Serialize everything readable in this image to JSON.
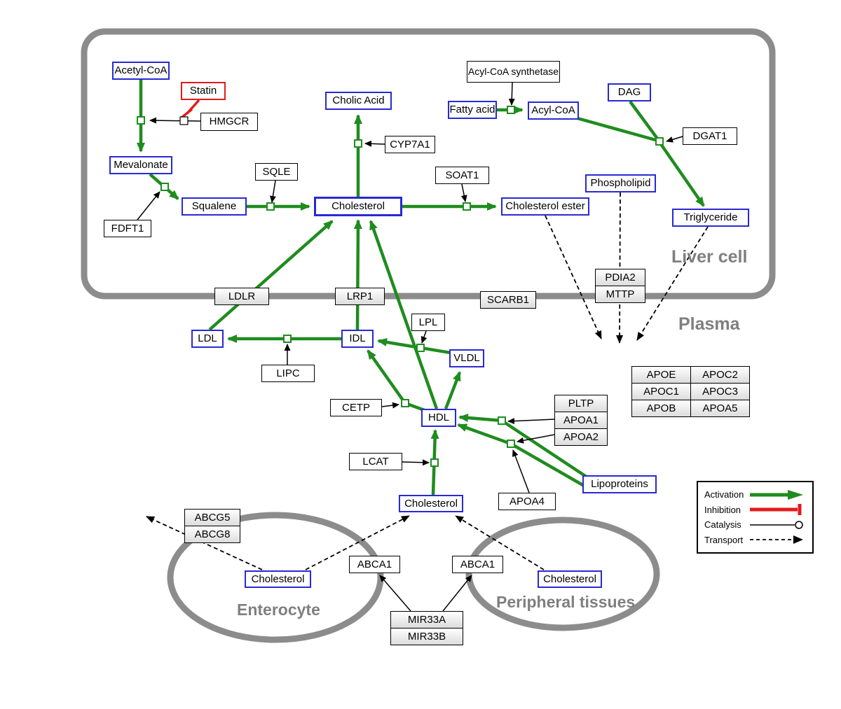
{
  "regions": {
    "liver_cell": "Liver cell",
    "plasma": "Plasma",
    "enterocyte": "Enterocyte",
    "peripheral": "Peripheral tissues"
  },
  "legend": {
    "activation": "Activation",
    "inhibition": "Inhibition",
    "catalysis": "Catalysis",
    "transport": "Transport"
  },
  "colors": {
    "activation_green": "#1f8c1f",
    "inhibition_red": "#e31a1c",
    "metabolite_blue": "#2929d4",
    "membrane_gray": "#8c8c8c",
    "label_gray": "#7f7f7f"
  },
  "nodes": {
    "acetyl_coa": "Acetyl-CoA",
    "statin": "Statin",
    "hmgcr": "HMGCR",
    "mevalonate": "Mevalonate",
    "fdft1": "FDFT1",
    "squalene": "Squalene",
    "sqle": "SQLE",
    "cholic_acid": "Cholic Acid",
    "cyp7a1": "CYP7A1",
    "cholesterol_liver": "Cholesterol",
    "soat1": "SOAT1",
    "cholesterol_ester": "Cholesterol ester",
    "acyl_coa_synthetase": "Acyl-CoA synthetase",
    "fatty_acid": "Fatty acid",
    "acyl_coa": "Acyl-CoA",
    "dag": "DAG",
    "dgat1": "DGAT1",
    "phospholipid": "Phospholipid",
    "triglyceride": "Triglyceride",
    "ldlr": "LDLR",
    "lrp1": "LRP1",
    "scarb1": "SCARB1",
    "pdia2": "PDIA2",
    "mttp": "MTTP",
    "ldl": "LDL",
    "idl": "IDL",
    "lipc": "LIPC",
    "lpl": "LPL",
    "vldl": "VLDL",
    "cetp": "CETP",
    "hdl": "HDL",
    "pltp": "PLTP",
    "apoa1": "APOA1",
    "apoa2": "APOA2",
    "lcat": "LCAT",
    "apoa4": "APOA4",
    "lipoproteins": "Lipoproteins",
    "apoe": "APOE",
    "apoc2": "APOC2",
    "apoc1": "APOC1",
    "apoc3": "APOC3",
    "apob": "APOB",
    "apoa5": "APOA5",
    "cholesterol_plasma": "Cholesterol",
    "abcg5": "ABCG5",
    "abcg8": "ABCG8",
    "cholesterol_enterocyte": "Cholesterol",
    "abca1_enterocyte": "ABCA1",
    "abca1_peripheral": "ABCA1",
    "cholesterol_peripheral": "Cholesterol",
    "mir33a": "MIR33A",
    "mir33b": "MIR33B"
  }
}
